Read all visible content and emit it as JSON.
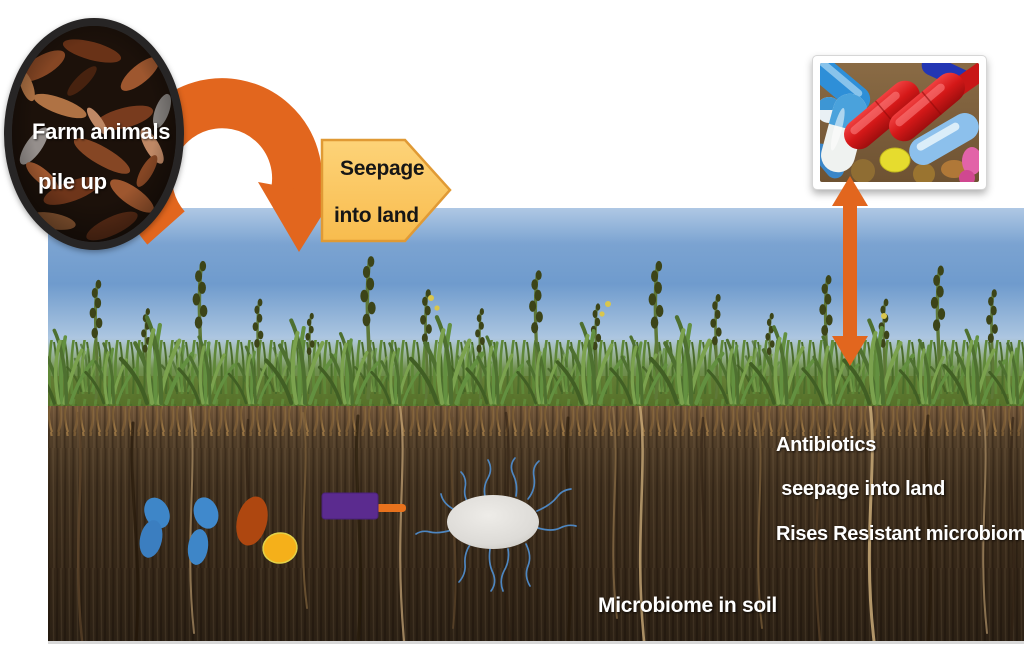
{
  "manure_pile": {
    "caption_line1": "Farm animals",
    "caption_line2": "pile up"
  },
  "seepage_arrow": {
    "line1": "Seepage",
    "line2": "into land"
  },
  "antibiotics_note": {
    "line1": "Antibiotics",
    "line2": " seepage into land",
    "line3": "Rises Resistant microbiome"
  },
  "soil_caption": "Microbiome in soil",
  "colors": {
    "arrow_orange": "#E2661E",
    "seepage_arrow_fill": "#FBC55D",
    "seepage_arrow_border": "#E09A35",
    "sky_blue": "#6F9BCD",
    "soil_brown": "#3A2C1C",
    "root_tan": "#A07A46",
    "microbe_blue": "#3E86C8",
    "microbe_rust": "#AE4710",
    "microbe_gold": "#F5B01A",
    "microbe_purple": "#5B2B8F",
    "microbe_rod_orange": "#E8721D",
    "microbe_gray": "#DDDBD7",
    "flagella_blue": "#4E86C0"
  },
  "icons": {
    "curved_arrow": "curved-block-arrow-icon",
    "double_arrow": "vertical-double-headed-arrow-icon",
    "seepage_shape": "right-pointing-pentagon-arrow"
  }
}
